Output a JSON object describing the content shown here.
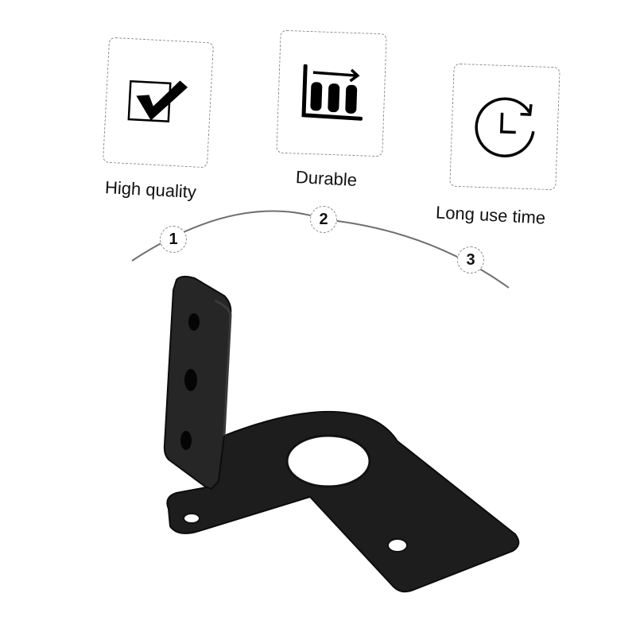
{
  "features": [
    {
      "label": "High quality",
      "icon": "checkbox-check-icon",
      "step": "1"
    },
    {
      "label": "Durable",
      "icon": "bar-chart-arrow-icon",
      "step": "2"
    },
    {
      "label": "Long use time",
      "icon": "clock-refresh-icon",
      "step": "3"
    }
  ],
  "product": {
    "name": "black-l-bracket",
    "color": "#1c1c1c"
  }
}
